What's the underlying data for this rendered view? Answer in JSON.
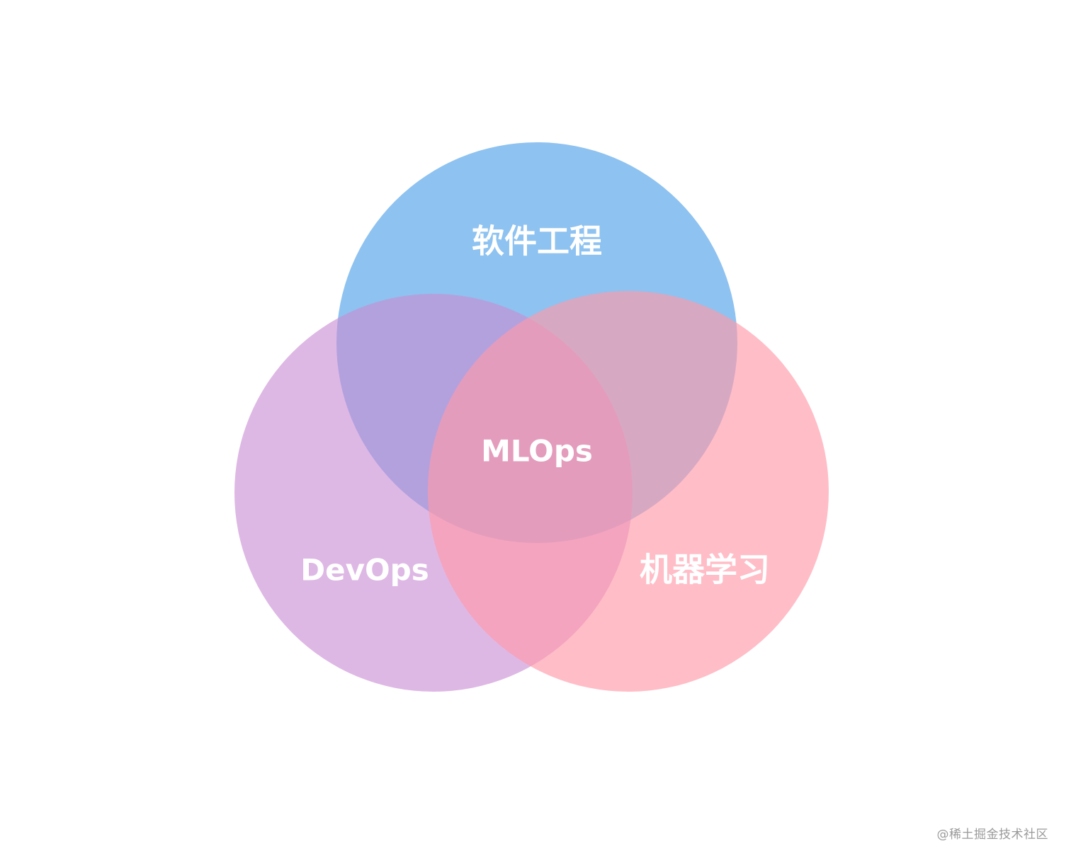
{
  "diagram": {
    "type": "venn",
    "sets": [
      {
        "id": "top",
        "label": "软件工程",
        "color": "#8EC2F0"
      },
      {
        "id": "left",
        "label": "DevOps",
        "color": "#D4A6DE"
      },
      {
        "id": "right",
        "label": "机器学习",
        "color": "#FFB3BE"
      }
    ],
    "intersection_label": "MLOps"
  },
  "watermark": "@稀土掘金技术社区"
}
